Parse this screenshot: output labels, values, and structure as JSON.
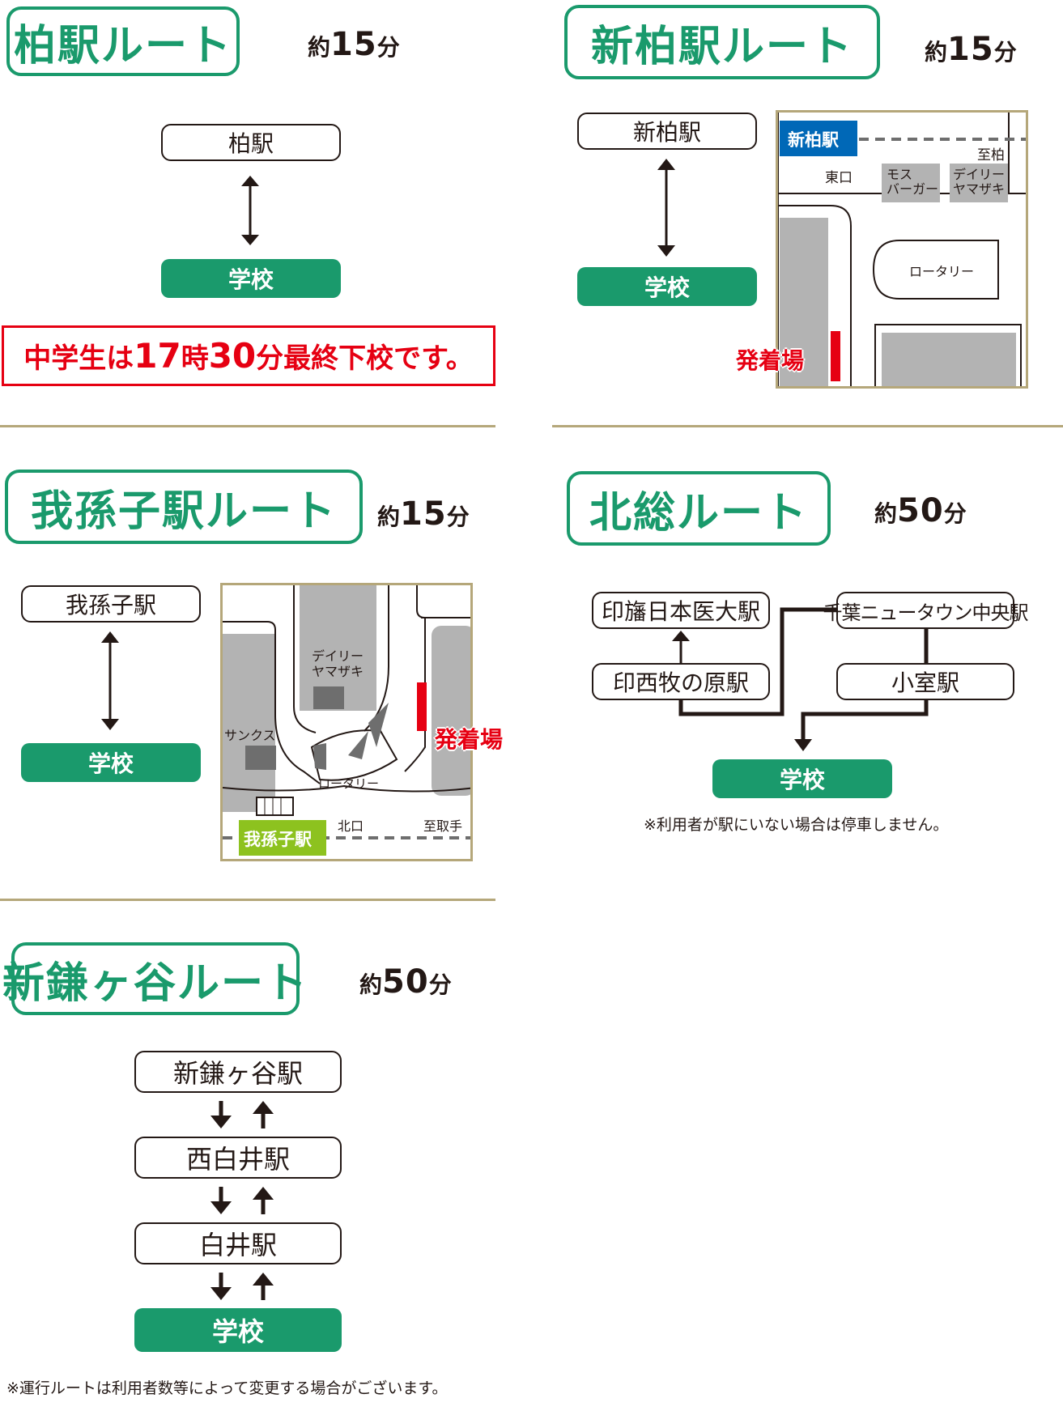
{
  "kashiwa": {
    "title": "柏駅ルート",
    "time_prefix": "約",
    "time_num": "15",
    "time_unit": "分",
    "station": "柏駅",
    "school": "学校",
    "notice_a": "中学生は",
    "notice_num1": "17",
    "notice_b": "時",
    "notice_num2": "30",
    "notice_c": "分最終下校です。"
  },
  "shinkashiwa": {
    "title": "新柏駅ルート",
    "time_prefix": "約",
    "time_num": "15",
    "time_unit": "分",
    "station": "新柏駅",
    "school": "学校",
    "map": {
      "station_label": "新柏駅",
      "to_label": "至柏",
      "east_exit": "東口",
      "shop1_line1": "モス",
      "shop1_line2": "バーガー",
      "shop2_line1": "デイリー",
      "shop2_line2": "ヤマザキ",
      "rotary": "ロータリー",
      "pickup": "発着場"
    }
  },
  "abiko": {
    "title": "我孫子駅ルート",
    "time_prefix": "約",
    "time_num": "15",
    "time_unit": "分",
    "station": "我孫子駅",
    "school": "学校",
    "map": {
      "shop1_line1": "デイリー",
      "shop1_line2": "ヤマザキ",
      "shop2": "サンクス",
      "rotary": "ロータリー",
      "pickup": "発着場",
      "station_label": "我孫子駅",
      "north_exit": "北口",
      "to_label": "至取手"
    }
  },
  "hokuso": {
    "title": "北総ルート",
    "time_prefix": "約",
    "time_num": "50",
    "time_unit": "分",
    "station_inba": "印旛日本医大駅",
    "station_chiba": "千葉ニュータウン中央駅",
    "station_inzai": "印西牧の原駅",
    "station_komuro": "小室駅",
    "school": "学校",
    "note": "※利用者が駅にいない場合は停車しません。"
  },
  "shinkamagaya": {
    "title": "新鎌ヶ谷ルート",
    "time_prefix": "約",
    "time_num": "50",
    "time_unit": "分",
    "station1": "新鎌ヶ谷駅",
    "station2": "西白井駅",
    "station3": "白井駅",
    "school": "学校"
  },
  "footer_note": "※運行ルートは利用者数等によって変更する場合がございます。",
  "colors": {
    "green": "#1a9a6c",
    "red": "#e60012",
    "gold": "#b5a77a",
    "blue": "#0068b7",
    "lime": "#8dc21f",
    "gray": "#b3b3b3",
    "dark_gray": "#6e6e6e"
  }
}
